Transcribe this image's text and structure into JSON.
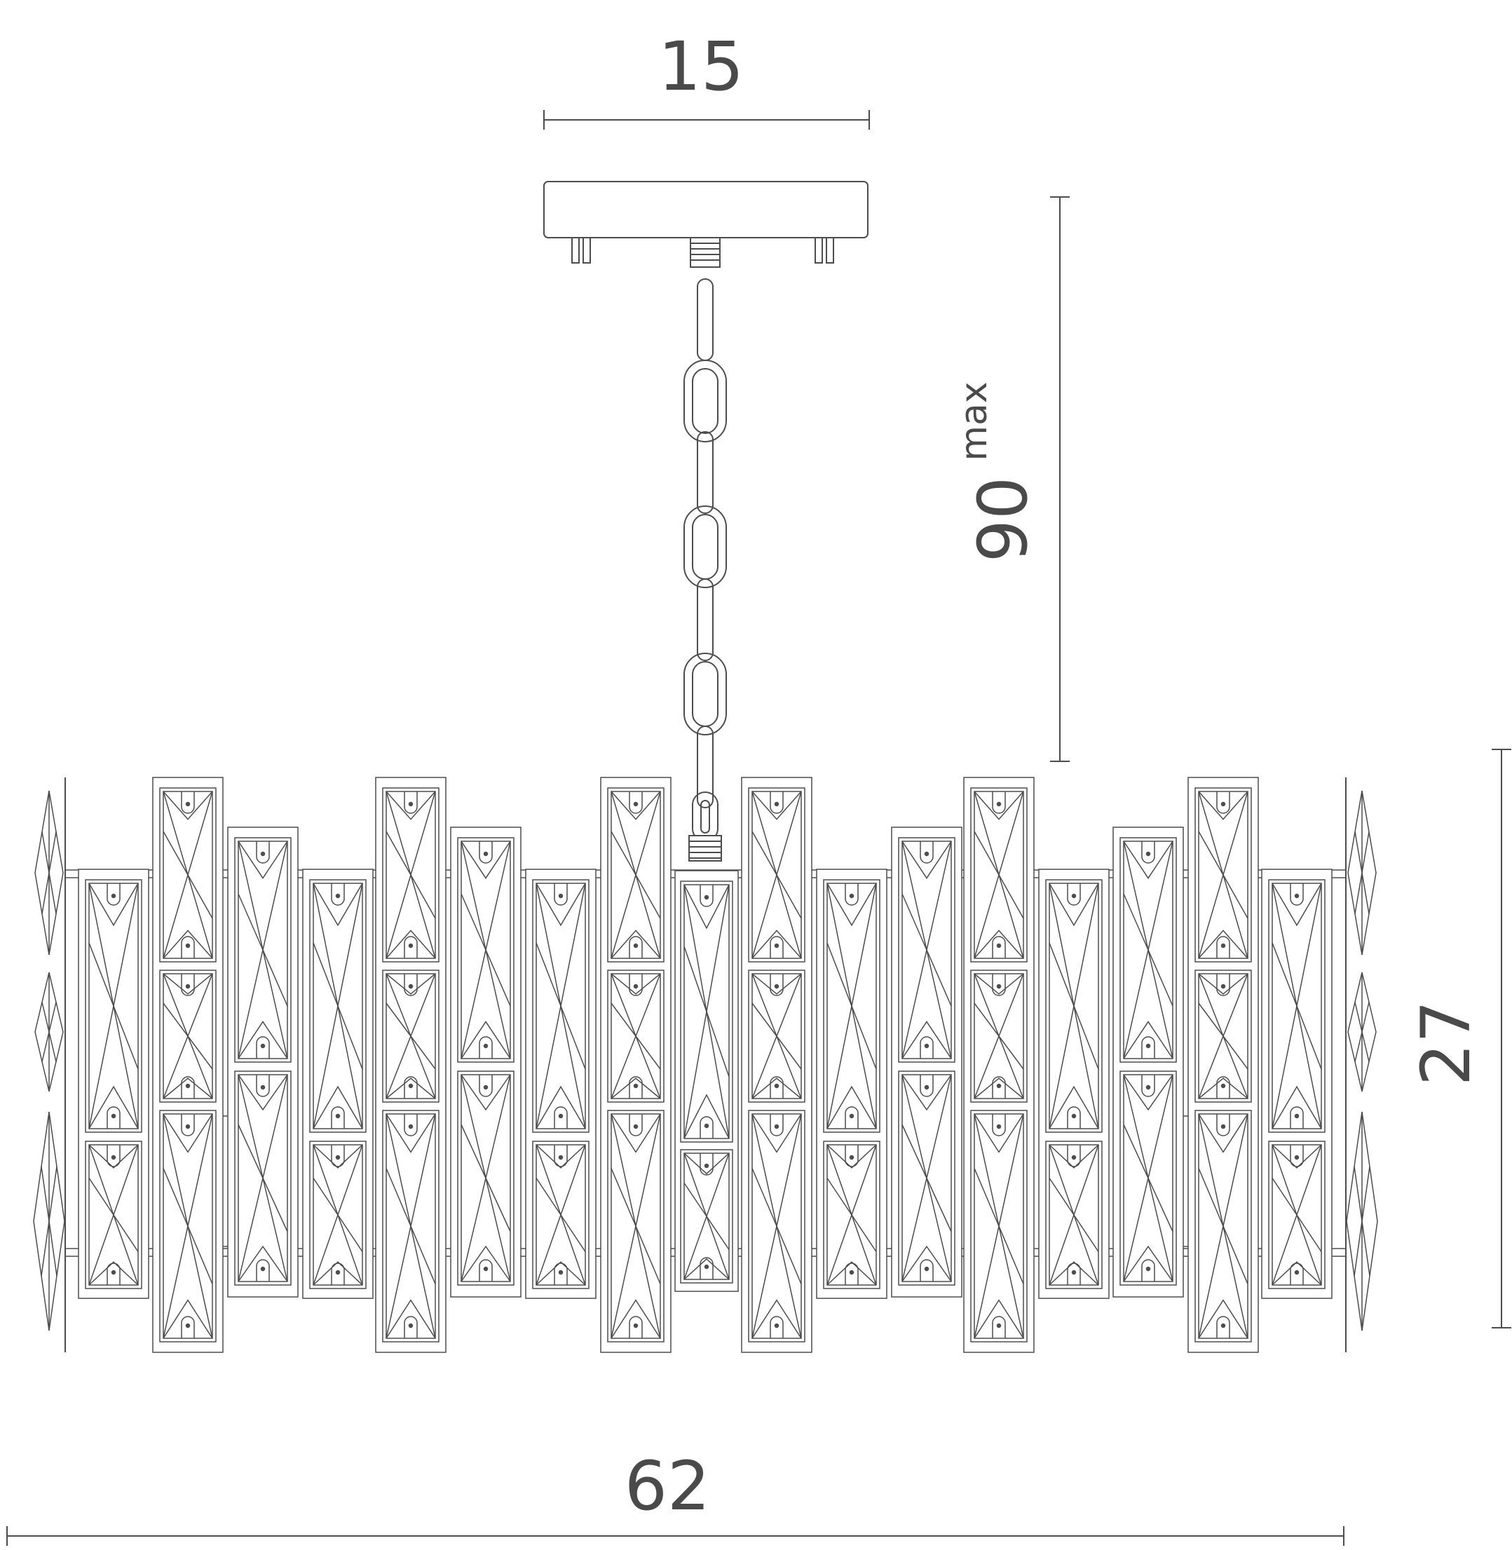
{
  "dimensions": {
    "canopy_width": "15",
    "max_drop": "90",
    "max_drop_suffix": "max",
    "body_height": "27",
    "overall_width": "62"
  },
  "colors": {
    "line": "#4d4d4d",
    "text": "#4a4a4a",
    "background": "#ffffff"
  }
}
